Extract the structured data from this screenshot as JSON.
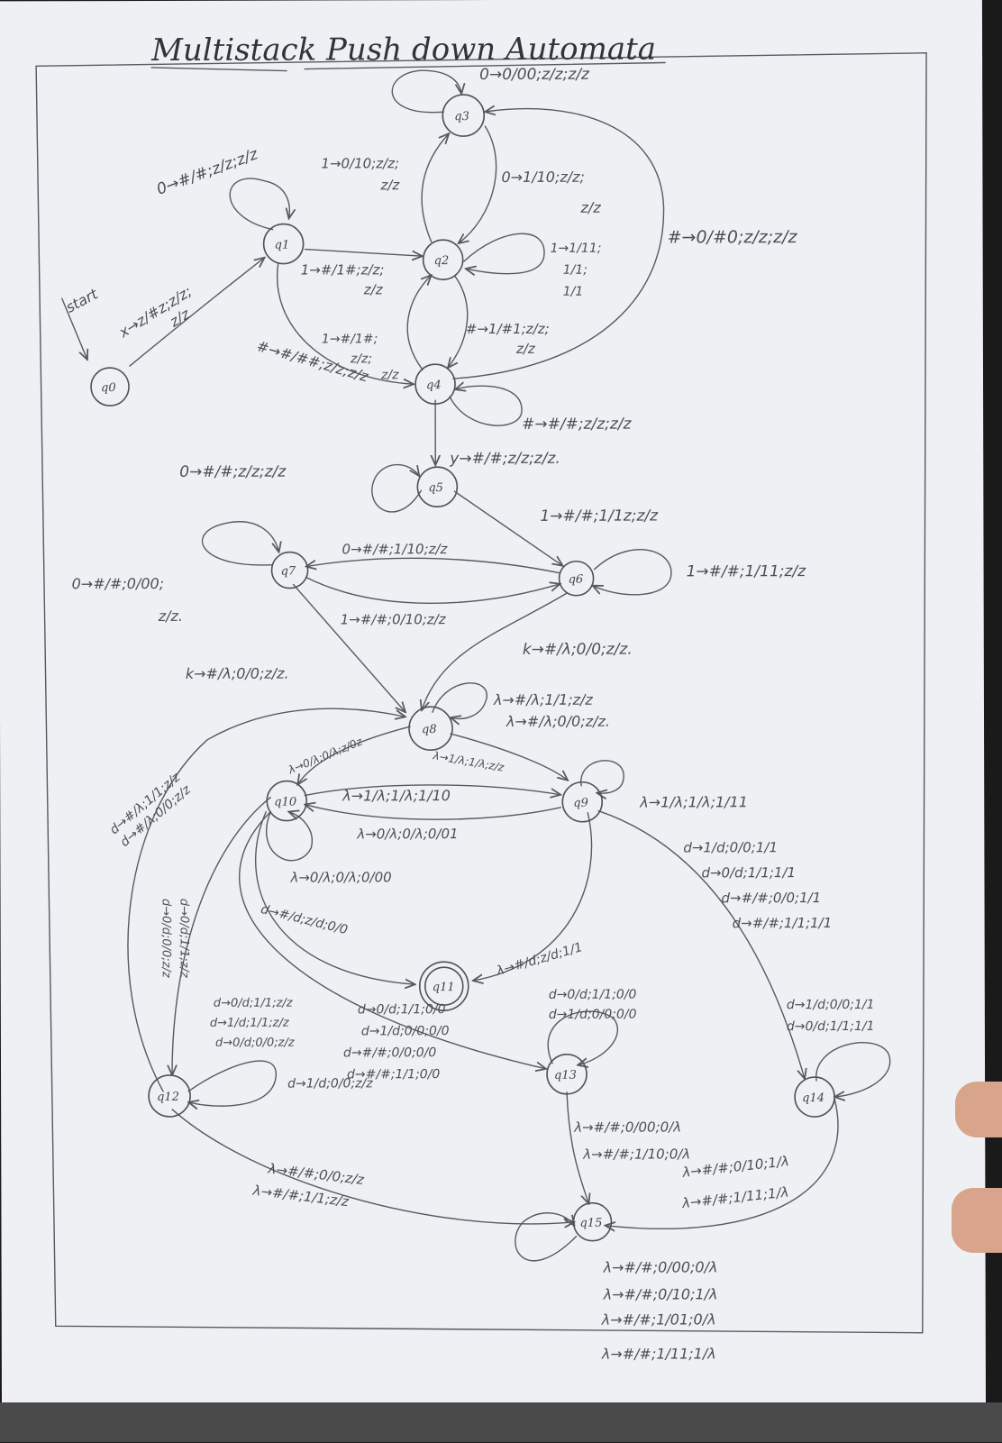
{
  "title": "Multistack Push down Automata",
  "start_label": "start",
  "states": {
    "q0": "q0",
    "q1": "q1",
    "q2": "q2",
    "q3": "q3",
    "q4": "q4",
    "q5": "q5",
    "q6": "q6",
    "q7": "q7",
    "q8": "q8",
    "q9": "q9",
    "q10": "q10",
    "q11": "q11",
    "q12": "q12",
    "q13": "q13",
    "q14": "q14",
    "q15": "q15"
  },
  "labels": {
    "q0_q1": [
      "x→z/#z;z/z;",
      "z/z"
    ],
    "q1_self": [
      "0→#/#;z/z;z/z"
    ],
    "q1_q2": [
      "1→#/1#;z/z;",
      "z/z"
    ],
    "q1_q4": [
      "#→#/##;z/z;z/z"
    ],
    "q2_q3": [
      "1→0/10;z/z;",
      "z/z"
    ],
    "q3_q2": [
      "0→1/10;z/z;",
      "z/z"
    ],
    "q3_self": [
      "0→0/00;z/z;z/z"
    ],
    "q2_self": [
      "1→1/11;",
      "1/1;",
      "1/1"
    ],
    "q2_q4": [
      "#→1/#1;z/z;",
      "z/z"
    ],
    "q4_q2": [
      "1→#/1#;",
      "z/z;",
      "z/z"
    ],
    "q4_q3": [
      "#→0/#0;z/z;z/z"
    ],
    "q4_self": [
      "#→#/#;z/z;z/z"
    ],
    "q4_q5": [
      "y→#/#;z/z;z/z."
    ],
    "q5_self": [
      "0→#/#;z/z;z/z"
    ],
    "q5_q6": [
      "1→#/#;1/1z;z/z"
    ],
    "q6_self": [
      "1→#/#;1/11;z/z"
    ],
    "q6_q7": [
      "0→#/#;1/10;z/z"
    ],
    "q7_q6": [
      "1→#/#;0/10;z/z"
    ],
    "q7_self": [
      "0→#/#;0/00;",
      "z/z."
    ],
    "q7_q8": [
      "k→#/λ;0/0;z/z."
    ],
    "q6_q8": [
      "k→#/λ;0/0;z/z."
    ],
    "q8_self": [
      "λ→#/λ;1/1;z/z",
      "λ→#/λ;0/0;z/z."
    ],
    "q8_q9": [
      "λ→1/λ;1/λ;z/z"
    ],
    "q8_q10": [
      "λ→0/λ;0/λ;z/0z"
    ],
    "q10_q9": [
      "λ→1/λ;1/λ;1/10"
    ],
    "q9_q10": [
      "λ→0/λ;0/λ;0/01"
    ],
    "q9_self": [
      "λ→1/λ;1/λ;1/11"
    ],
    "q10_self": [
      "λ→0/λ;0/λ;0/00"
    ],
    "q10_q11": [
      "d→#/d;z/d;0/0"
    ],
    "q9_q11": [
      "λ→#/d;z/d;1/1"
    ],
    "q9_q14": [
      "d→1/d;0/0;1/1",
      "d→0/d;1/1;1/1",
      "d→#/#;0/0;1/1",
      "d→#/#;1/1;1/1"
    ],
    "q12_q8": [
      "d→#/λ;1/1;z/z",
      "d→#/λ;0/0;z/z"
    ],
    "q10_q12": [
      "d→0/d;1/1;z/z",
      "d→0/d;0/0;z/z"
    ],
    "q12_self": [
      "d→0/d;1/1;z/z",
      "d→1/d;1/1;z/z",
      "d→0/d;0/0;z/z"
    ],
    "q12_q13": [
      "d→1/d;0/0;z/z"
    ],
    "q10_q13": [
      "d→0/d;1/1;0/0",
      "d→1/d;0/0;0/0",
      "d→#/#;0/0;0/0",
      "d→#/#;1/1;0/0"
    ],
    "q13_self": [
      "d→0/d;1/1;0/0",
      "d→1/d;0/0;0/0"
    ],
    "q14_self": [
      "d→1/d;0/0;1/1",
      "d→0/d;1/1;1/1"
    ],
    "q13_q15": [
      "λ→#/#;0/00;0/λ",
      "λ→#/#;1/10;0/λ"
    ],
    "q14_q15": [
      "λ→#/#;0/10;1/λ",
      "λ→#/#;1/11;1/λ"
    ],
    "q12_q15": [
      "λ→#/#;0/0;z/z",
      "λ→#/#;1/1;z/z"
    ],
    "q15_self": [
      "λ→#/#;0/00;0/λ",
      "λ→#/#;0/10;1/λ",
      "λ→#/#;1/01;0/λ",
      "λ→#/#;1/11;1/λ"
    ]
  }
}
